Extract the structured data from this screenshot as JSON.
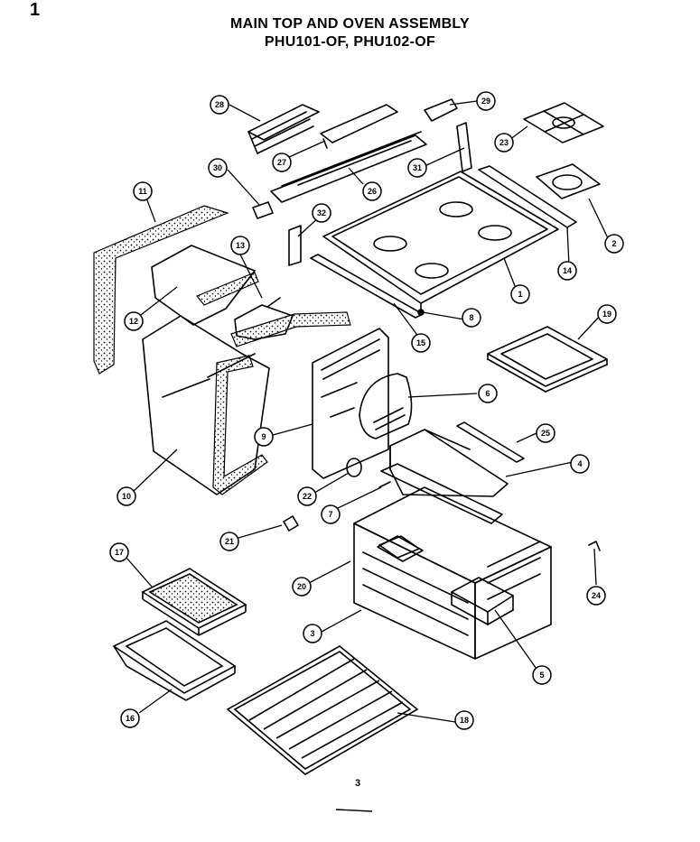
{
  "corner_mark": "1",
  "title_line1": "MAIN TOP AND OVEN ASSEMBLY",
  "title_line2": "PHU101-OF, PHU102-OF",
  "page_number": "3",
  "callout_labels": [
    "28",
    "29",
    "27",
    "23",
    "30",
    "31",
    "26",
    "11",
    "32",
    "13",
    "2",
    "14",
    "12",
    "1",
    "8",
    "15",
    "19",
    "6",
    "9",
    "25",
    "4",
    "10",
    "22",
    "7",
    "21",
    "17",
    "20",
    "24",
    "3",
    "5",
    "16",
    "18"
  ]
}
